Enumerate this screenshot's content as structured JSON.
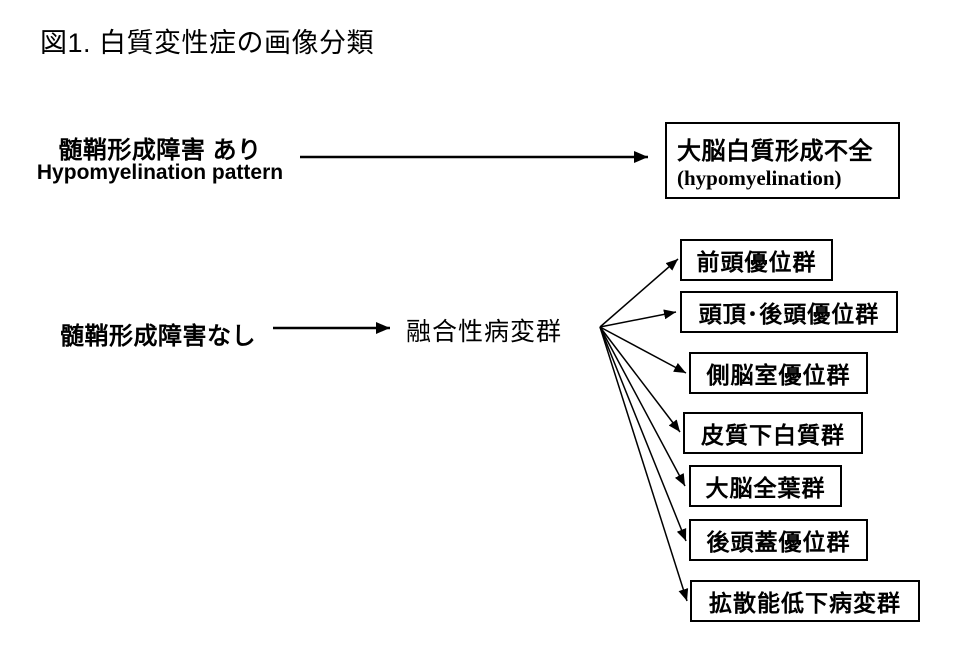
{
  "title": "図1. 白質変性症の画像分類",
  "hypo_branch": {
    "source_jp": "髄鞘形成障害 あり",
    "source_en": "Hypomyelination pattern",
    "target_jp": "大脳白質形成不全",
    "target_en": "(hypomyelination)"
  },
  "no_hypo_branch": {
    "source": "髄鞘形成障害なし",
    "intermediate": "融合性病変群",
    "targets": [
      {
        "label": "前頭優位群"
      },
      {
        "label": "頭頂･後頭優位群"
      },
      {
        "label": "側脳室優位群"
      },
      {
        "label": "皮質下白質群"
      },
      {
        "label": "大脳全葉群"
      },
      {
        "label": "後頭蓋優位群"
      },
      {
        "label": "拡散能低下病変群"
      }
    ]
  },
  "colors": {
    "background": "#ffffff",
    "line": "#000000",
    "text": "#000000"
  }
}
